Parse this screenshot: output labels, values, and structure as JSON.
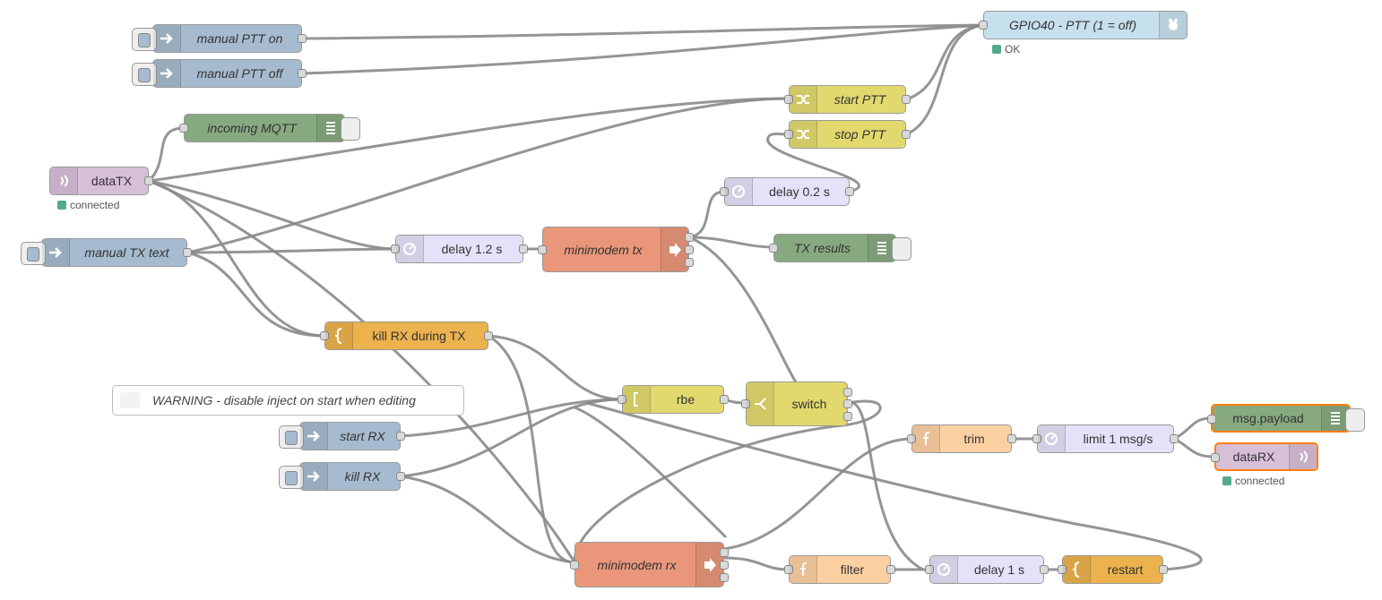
{
  "nodes": {
    "manual_ptt_on": "manual PTT on",
    "manual_ptt_off": "manual PTT off",
    "gpio40": "GPIO40 - PTT (1 = off)",
    "gpio_status": "OK",
    "start_ptt": "start PTT",
    "stop_ptt": "stop PTT",
    "incoming_mqtt": "incoming MQTT",
    "datatx": "dataTX",
    "datatx_status": "connected",
    "delay_02": "delay 0.2 s",
    "manual_tx_text": "manual TX text",
    "delay_12": "delay 1.2 s",
    "minimodem_tx": "minimodem tx",
    "tx_results": "TX results",
    "kill_rx_during_tx": "kill RX during TX",
    "warning": "WARNING - disable inject on start when editing",
    "rbe": "rbe",
    "switch": "switch",
    "start_rx": "start RX",
    "kill_rx": "kill RX",
    "trim": "trim",
    "limit": "limit 1 msg/s",
    "msg_payload": "msg.payload",
    "datarx": "dataRX",
    "datarx_status": "connected",
    "minimodem_rx": "minimodem rx",
    "filter": "filter",
    "delay_1": "delay 1 s",
    "restart": "restart"
  },
  "icons": {
    "inject": "arrow-right-icon",
    "change": "shuffle-icon",
    "mqtt": "radio-waves-icon",
    "debug": "list-lines-icon",
    "exec": "arrow-block-icon",
    "delay": "timer-icon",
    "template": "curly-brace-icon",
    "function": "function-f-icon",
    "gpio": "raspberry-icon",
    "rbe": "bracket-icon",
    "switch": "branch-icon"
  },
  "colors": {
    "inject": "#a6bbcf",
    "change": "#e2d96e",
    "mqtt": "#d8bfd8",
    "debug": "#87a980",
    "exec": "#e9967a",
    "delay": "#e6e0f8",
    "template": "#ebb24d",
    "function": "#fdd0a2",
    "gpio": "#c7e0ee",
    "status_ok": "#55aa88",
    "selection": "#ff7f0e"
  }
}
